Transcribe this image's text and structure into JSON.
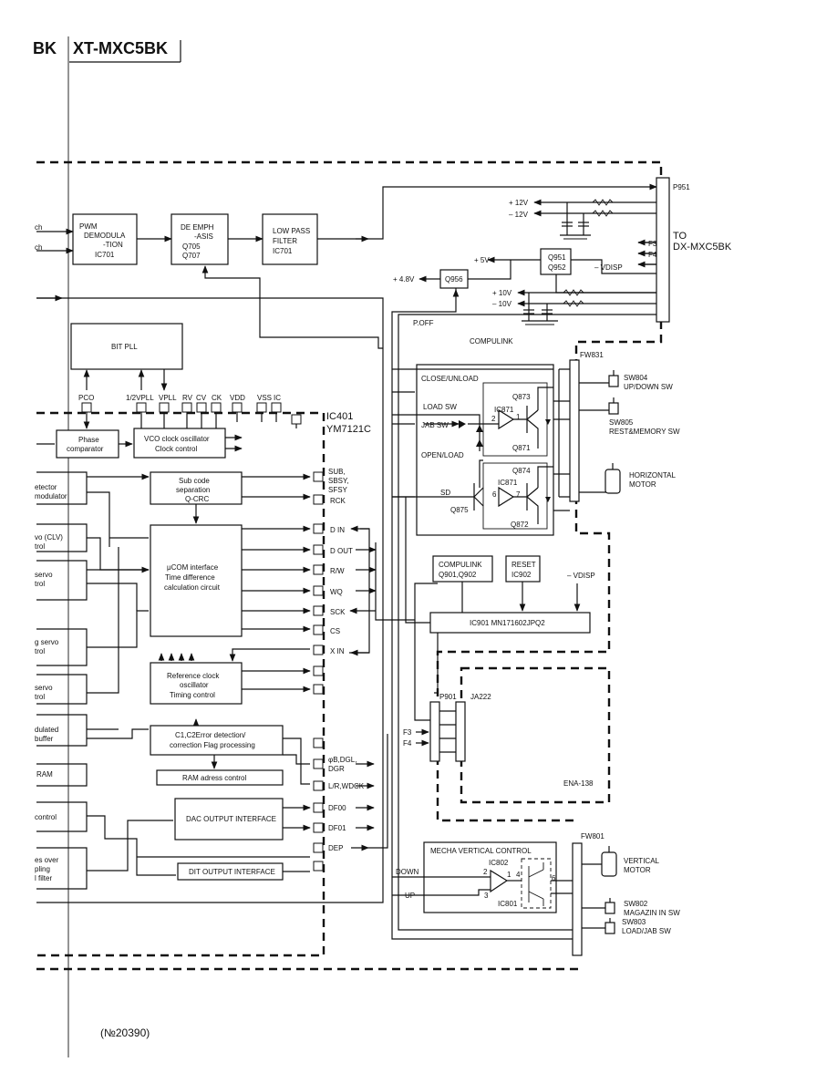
{
  "header": {
    "left_fragment": "BK",
    "model": "XT-MXC5BK"
  },
  "page_number": "(№20390)",
  "ic401": {
    "name": "IC401",
    "part": "YM7121C"
  },
  "left_edge_fragments": [
    "ch",
    "ch",
    "etector",
    "modulator",
    "vo (CLV)",
    "trol",
    "servo",
    "trol",
    "g servo",
    "trol",
    "servo",
    "trol",
    "dulated",
    "buffer",
    "RAM",
    "control",
    "es over",
    "pling",
    "l filter"
  ],
  "blocks": {
    "pwm": [
      "PWM",
      "DEMODULA",
      "-TION",
      "IC701"
    ],
    "deemph": [
      "DE EMPH",
      "-ASIS",
      "Q705",
      "Q707"
    ],
    "lpf": [
      "LOW PASS",
      "FILTER",
      "IC701"
    ],
    "bitpll": "BIT PLL",
    "phase": [
      "Phase",
      "comparator"
    ],
    "vco": [
      "VCO clock oscillator",
      "Clock control"
    ],
    "subcode": [
      "Sub code",
      "separation",
      "Q-CRC"
    ],
    "ucom": [
      "μCOM interface",
      "Time difference",
      "calculation circuit"
    ],
    "refclk": [
      "Reference clock",
      "oscillator",
      "Timing control"
    ],
    "c1c2": [
      "C1,C2Error detection/",
      "correction Flag processing"
    ],
    "ramaddr": "RAM adress control",
    "dac": "DAC OUTPUT INTERFACE",
    "dit": "DIT OUTPUT INTERFACE",
    "q956": "Q956",
    "q951": [
      "Q951",
      "Q952"
    ],
    "compulink_box": [
      "COMPULINK",
      "Q901,Q902"
    ],
    "reset_box": [
      "RESET",
      "IC902"
    ],
    "ic901": "IC901  MN171602JPQ2",
    "mecha": "MECHA VERTICAL CONTROL",
    "ena": "ENA-138"
  },
  "pll_pins": [
    "PCO",
    "1/2VPLL",
    "VPLL",
    "RV",
    "CV",
    "CK",
    "VDD",
    "VSS",
    "IC"
  ],
  "ic_right_pins": [
    [
      "SUB,",
      "SBSY,",
      "SFSY"
    ],
    [
      "RCK"
    ],
    [
      "D IN"
    ],
    [
      "D OUT"
    ],
    [
      "R/W"
    ],
    [
      "WQ"
    ],
    [
      "SCK"
    ],
    [
      "CS"
    ],
    [
      "X IN"
    ],
    [
      "φB,DGL,",
      "DGR"
    ],
    [
      "L/R,WDCK"
    ],
    [
      "DF00"
    ],
    [
      "DF01"
    ],
    [
      "DEP"
    ]
  ],
  "power": {
    "p12": "+ 12V",
    "m12": "– 12V",
    "p5": "+ 5V",
    "p48": "+ 4.8V",
    "p10": "+ 10V",
    "m10": "– 10V",
    "f3": "F3",
    "f4": "F4",
    "vdisp": "– VDISP",
    "vdisp2": "– VDISP",
    "poff": "P.OFF",
    "compulink": "COMPULINK"
  },
  "connectors": {
    "p951": "P951",
    "to": "TO",
    "dest": "DX-MXC5BK",
    "fw831": "FW831",
    "fw801": "FW801",
    "p901": "P901",
    "ja222": "JA222",
    "f3b": "F3",
    "f4b": "F4"
  },
  "switches": {
    "sw804": [
      "SW804",
      "UP/DOWN SW"
    ],
    "sw805": [
      "SW805",
      "REST&MEMORY SW"
    ],
    "hmotor": [
      "HORIZONTAL",
      "MOTOR"
    ],
    "vmotor": [
      "VERTICAL",
      "MOTOR"
    ],
    "sw802": [
      "SW802",
      "MAGAZIN IN SW"
    ],
    "sw803": [
      "SW803",
      "LOAD/JAB SW"
    ]
  },
  "loading": {
    "close": "CLOSE/UNLOAD",
    "loadsw": "LOAD SW",
    "jabsw": "JAB SW",
    "open": "OPEN/LOAD",
    "sd": "SD",
    "ic871a": "IC871",
    "ic871b": "IC871",
    "q873": "Q873",
    "q871": "Q871",
    "q874": "Q874",
    "q872": "Q872",
    "q875": "Q875",
    "n2": "2",
    "n1": "1",
    "n6": "6",
    "n7": "7"
  },
  "mecha_labels": {
    "ic802": "IC802",
    "ic801": "IC801",
    "down": "DOWN",
    "up": "UP",
    "n2": "2",
    "n1": "1",
    "n4": "4",
    "n3": "3",
    "n6": "6"
  }
}
